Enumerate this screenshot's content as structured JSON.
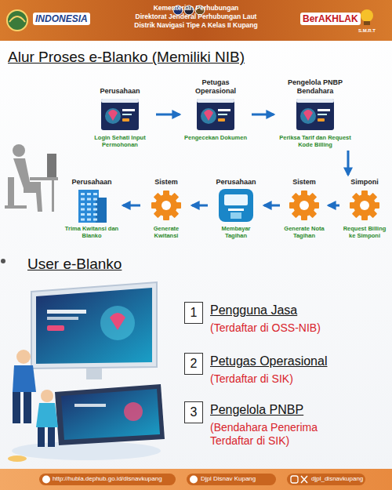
{
  "diagram": {
    "title": "Alur Proses e-Blanko (Memiliki NIB)",
    "nodes": [
      {
        "text": [
          "Perusahaan",
          "Login Sehati Input Permohonan"
        ]
      },
      {
        "text": [
          "Petugas Operasional",
          "Pengecekan Dokumen"
        ]
      },
      {
        "text": [
          "Pengelola PNBP Bendahara",
          "Periksa Tarif dan Request Kode Billing"
        ]
      },
      {
        "text": [
          "Simponi",
          "Request Billing ke Simponi"
        ]
      },
      {
        "text": [
          "Sistem",
          "Generate Nota Tagihan"
        ]
      },
      {
        "text": [
          "Perusahaan",
          "Membayar Tagihan"
        ]
      },
      {
        "text": [
          "Sistem",
          "Generate Kwitansi"
        ]
      },
      {
        "text": [
          "Perusahaan",
          "Trima Kwitansi dan Blanko"
        ]
      },
      {
        "text": [
          "1"
        ]
      },
      {
        "text": [
          "2"
        ]
      },
      {
        "text": [
          "3"
        ]
      }
    ],
    "edges": [
      {
        "from": 0,
        "to": 1,
        "arrow": "to"
      },
      {
        "from": 1,
        "to": 2,
        "arrow": "to"
      },
      {
        "from": 2,
        "to": 3,
        "arrow": "to"
      },
      {
        "from": 3,
        "to": 4,
        "arrow": "to"
      },
      {
        "from": 4,
        "to": 5,
        "arrow": "to"
      },
      {
        "from": 5,
        "to": 6,
        "arrow": "to"
      },
      {
        "from": 6,
        "to": 7,
        "arrow": "to"
      }
    ],
    "labels": [
      "Kementerian Perhubungan",
      "Direktorat Jenderal Perhubungan Laut",
      "Distrik Navigasi Tipe A Kelas II Kupang",
      "INDONESIA",
      "BerAKHLAK",
      "S.M.R.T",
      "User e-Blanko",
      "Pengguna Jasa",
      "(Terdaftar di OSS-NIB)",
      "Petugas Operasional",
      "(Terdaftar di SIK)",
      "Pengelola PNBP",
      "(Bendahara Penerima Terdaftar di SIK)",
      "http://hubla.dephub.go.id/disnavkupang",
      "Djpl Disnav Kupang",
      "djpl_disnavkupang"
    ]
  }
}
